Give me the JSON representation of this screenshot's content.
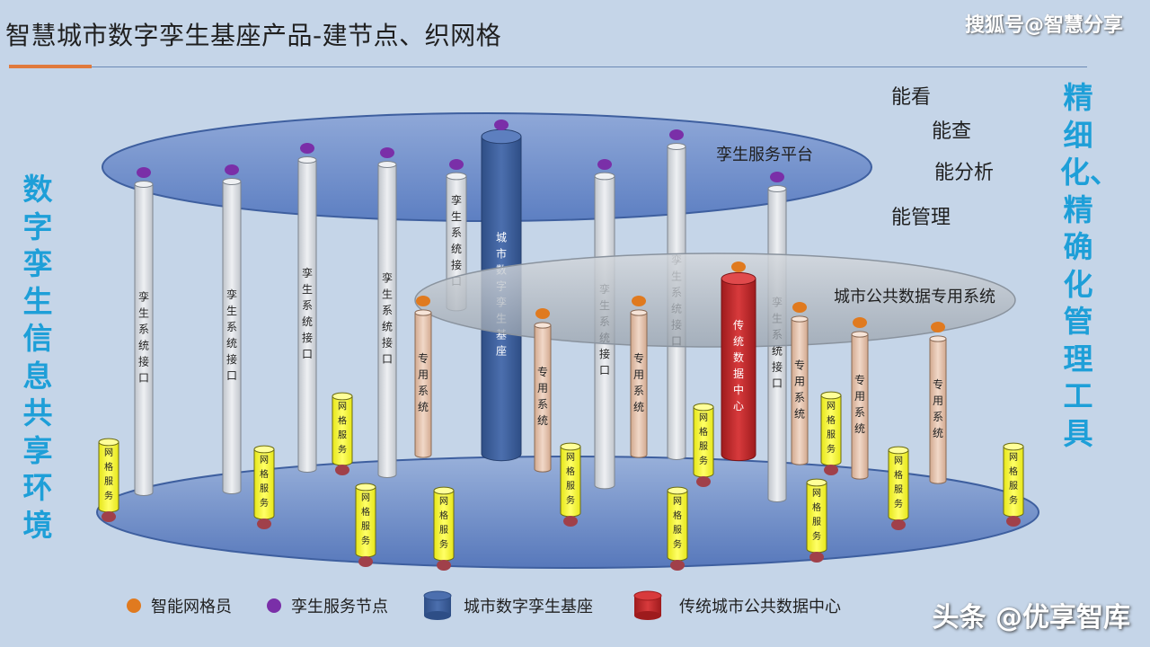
{
  "header": {
    "title": "智慧城市数字孪生基座产品-建节点、织网格",
    "watermark": "搜狐号@智慧分享"
  },
  "left_caption": "数字孪生信息共享环境",
  "right_caption": "精细化、精确化管理工具",
  "abilities": [
    "能看",
    "能查",
    "能分析",
    "能管理"
  ],
  "planes": {
    "top_label": "孪生服务平台",
    "middle_label": "城市公共数据专用系统"
  },
  "pillars": {
    "interface_label": "孪生系统接口",
    "dedicated_label": "专用系统",
    "grid_label": "网格服务",
    "base_label": "城市数字孪生基座",
    "datacenter_label": "传统数据中心"
  },
  "legend": {
    "grid_member": "智能网格员",
    "twin_node": "孪生服务节点",
    "twin_base": "城市数字孪生基座",
    "data_center": "传统城市公共数据中心"
  },
  "colors": {
    "grid_member_dot": "#e07a1f",
    "twin_node_dot": "#7a2fa8",
    "base_cylinder": "#3d5f9a",
    "datacenter_cylinder": "#c0282a",
    "grid_cylinder": "#ffff33",
    "caption": "#1e9fd8"
  },
  "footer": {
    "brand": "头条 @优享智库"
  }
}
